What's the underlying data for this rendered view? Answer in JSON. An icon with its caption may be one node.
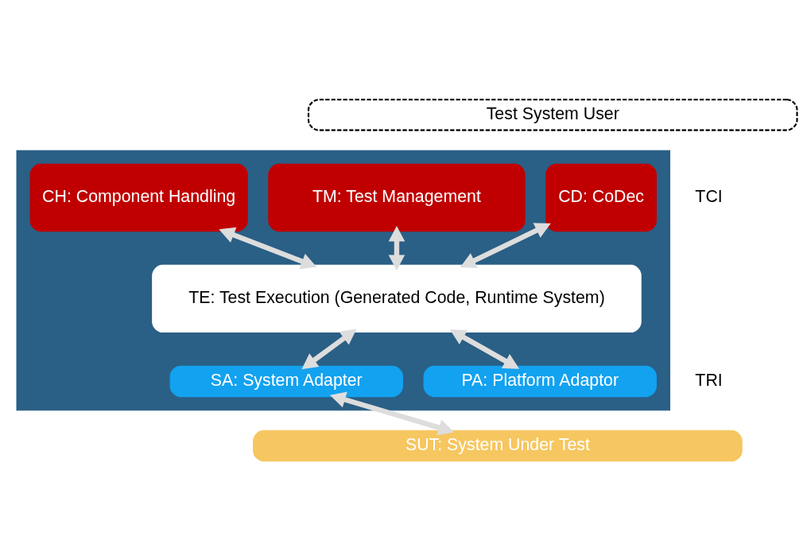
{
  "diagram": {
    "nodes": [
      {
        "text": [
          "Test System User"
        ]
      },
      {
        "text": [],
        "shape": "box"
      },
      {
        "text": [
          "CH: Component Handling"
        ],
        "in": 1
      },
      {
        "text": [
          "TM: Test Management"
        ],
        "in": 1
      },
      {
        "text": [
          "CD: CoDec"
        ],
        "in": 1
      },
      {
        "text": [
          "TE: Test Execution (Generated Code, Runtime System)"
        ],
        "in": 1
      },
      {
        "text": [
          "SA: System Adapter"
        ],
        "in": 1
      },
      {
        "text": [
          "PA: Platform Adaptor"
        ],
        "in": 1
      },
      {
        "text": [
          "SUT: System Under Test"
        ]
      }
    ],
    "edges": [
      {
        "from": 2,
        "to": 5,
        "arrow": "both"
      },
      {
        "from": 3,
        "to": 5,
        "arrow": "both"
      },
      {
        "from": 4,
        "to": 5,
        "arrow": "both"
      },
      {
        "from": 5,
        "to": 6,
        "arrow": "both"
      },
      {
        "from": 5,
        "to": 7,
        "arrow": "both"
      },
      {
        "from": 6,
        "to": 8,
        "arrow": "both"
      }
    ],
    "labels": [
      "TCI",
      "TRI"
    ]
  }
}
